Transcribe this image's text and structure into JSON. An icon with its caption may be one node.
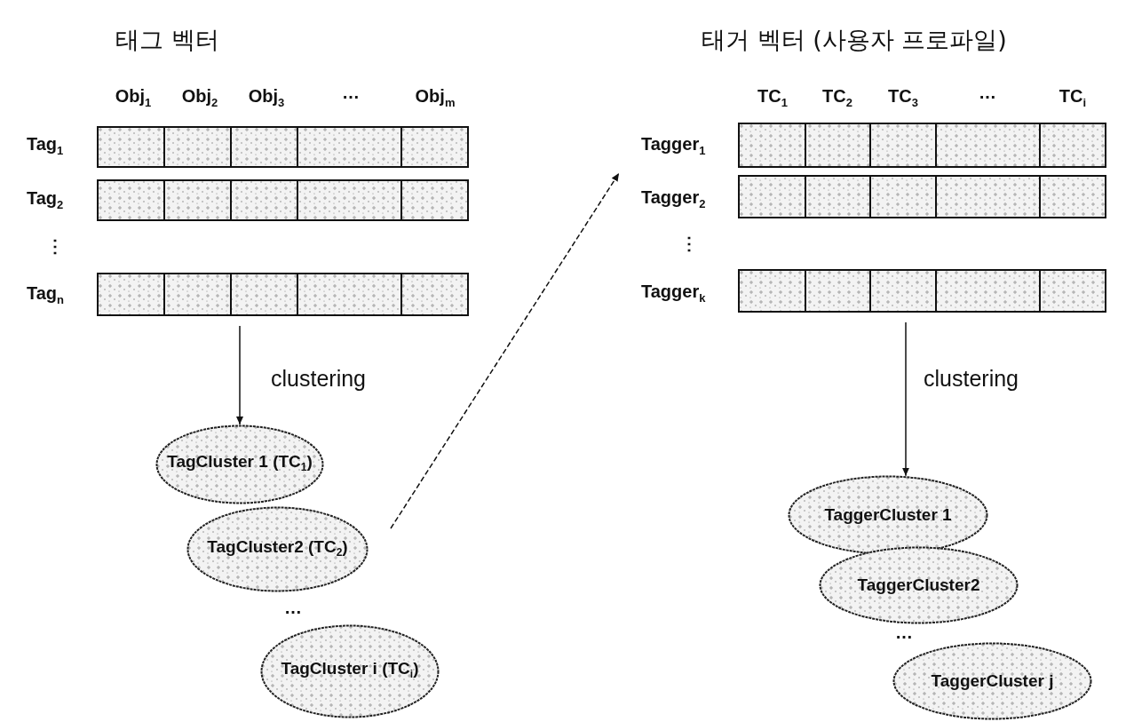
{
  "diagram": {
    "nodes": [
      {
        "text": [
          "태그 벡터"
        ]
      },
      {
        "text": [
          "TagCluster 1 (TC$_{1}$)"
        ]
      },
      {
        "text": [
          "TagCluster2 (TC$_{2}$)"
        ]
      },
      {
        "text": [
          "TagCluster i (TC$_{i}$)"
        ]
      },
      {
        "text": [
          "태거 벡터 (사용자 프로파일)"
        ]
      },
      {
        "text": [
          "TaggerCluster 1"
        ]
      },
      {
        "text": [
          "TaggerCluster2"
        ]
      },
      {
        "text": [
          "TaggerCluster j"
        ]
      }
    ],
    "edges": [
      {
        "from": 0,
        "to": 1,
        "arrow": "to",
        "label": "clustering"
      },
      {
        "from": null,
        "to": 4,
        "arrow": "to",
        "style": "dashed"
      },
      {
        "from": 4,
        "to": 5,
        "arrow": "to",
        "label": "clustering"
      }
    ],
    "labels": [
      "Obj$_{1}$",
      "Obj$_{2}$",
      "Obj$_{3}$",
      "…",
      "Obj$_{m}$",
      "Tag$_{1}$",
      "Tag$_{2}$",
      "⋮",
      "Tag$_{n}$",
      "TC$_{1}$",
      "TC$_{2}$",
      "TC$_{3}$",
      "…",
      "TC$_{i}$",
      "Tagger$_{1}$",
      "Tagger$_{2}$",
      "⋮",
      "Tagger$_{k}$",
      "…",
      "…"
    ]
  }
}
